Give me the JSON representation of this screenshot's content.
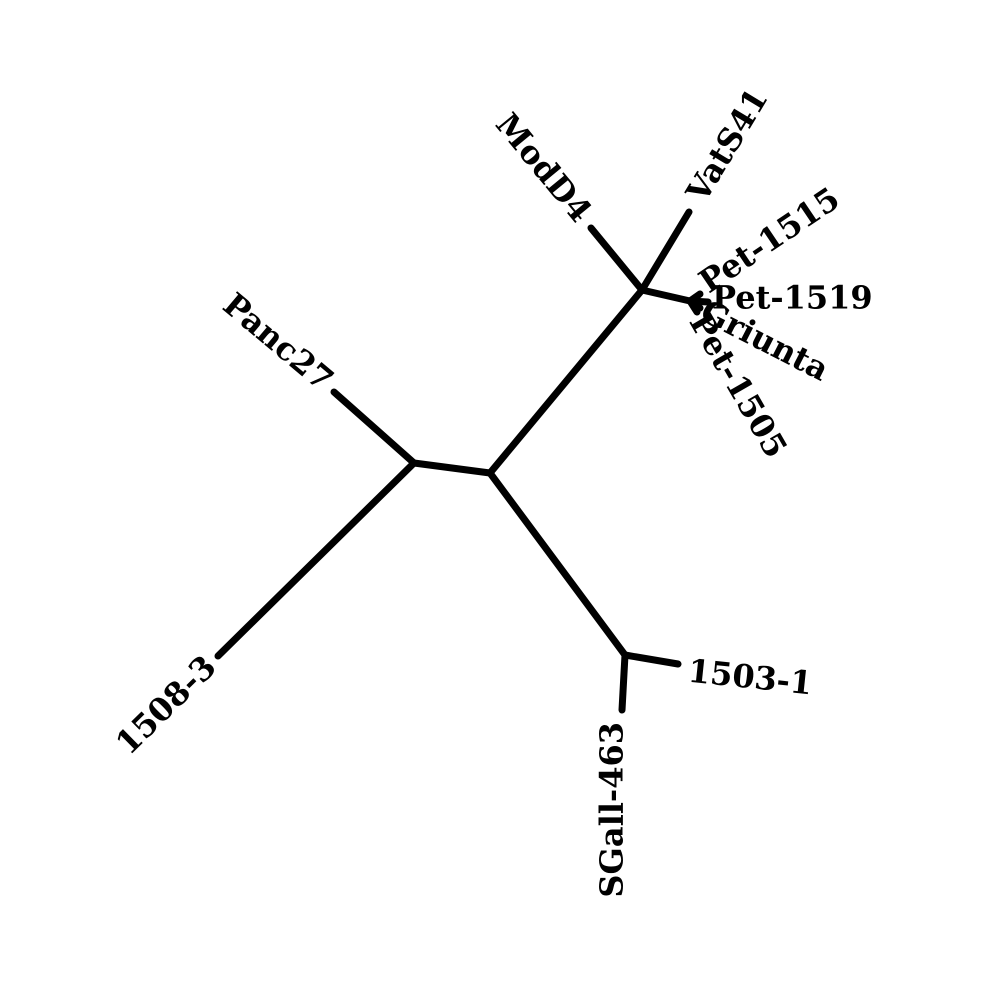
{
  "tree": {
    "type": "unrooted-phylogenetic-tree",
    "line_color": "#000000",
    "background": "#ffffff",
    "leaves": [
      {
        "id": "moddf",
        "label": "ModD4"
      },
      {
        "id": "vats41",
        "label": "VatS41"
      },
      {
        "id": "pet1515",
        "label": "Pet-1515"
      },
      {
        "id": "pet1519",
        "label": "Pet-1519"
      },
      {
        "id": "griunta",
        "label": "Griunta"
      },
      {
        "id": "pet1505",
        "label": "Pet-1505"
      },
      {
        "id": "panc27",
        "label": "Panc27"
      },
      {
        "id": "l15083",
        "label": "1508-3"
      },
      {
        "id": "l15031",
        "label": "1503-1"
      },
      {
        "id": "sgall463",
        "label": "SGall-463"
      }
    ]
  }
}
